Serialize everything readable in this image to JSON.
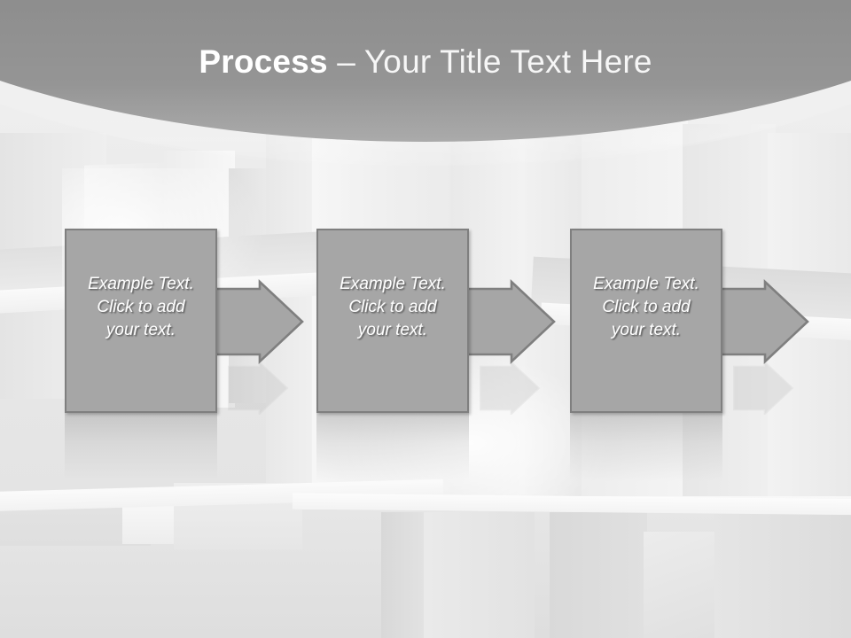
{
  "slide": {
    "title": {
      "bold_part": "Process",
      "separator": " – ",
      "light_part": "Your Title Text Here",
      "full": "Process – Your Title Text Here"
    },
    "theme": {
      "header_gradient_top": "#6f6f6f",
      "header_gradient_bottom": "#9a9a9a",
      "box_fill": "#a6a6a6",
      "box_border": "#7f7f7f",
      "arrow_fill": "#a6a6a6",
      "arrow_border": "#7f7f7f",
      "text_color": "#ffffff",
      "background": "#ececec"
    },
    "process": {
      "steps": [
        {
          "index": 1,
          "line1": "Example Text.",
          "line2": "Click  to add",
          "line3": "your text.",
          "arrow_label": "arrow-right"
        },
        {
          "index": 2,
          "line1": "Example Text.",
          "line2": "Click  to add",
          "line3": "your text.",
          "arrow_label": "arrow-right"
        },
        {
          "index": 3,
          "line1": "Example Text.",
          "line2": "Click  to add",
          "line3": "your text.",
          "arrow_label": "arrow-right"
        }
      ]
    }
  }
}
